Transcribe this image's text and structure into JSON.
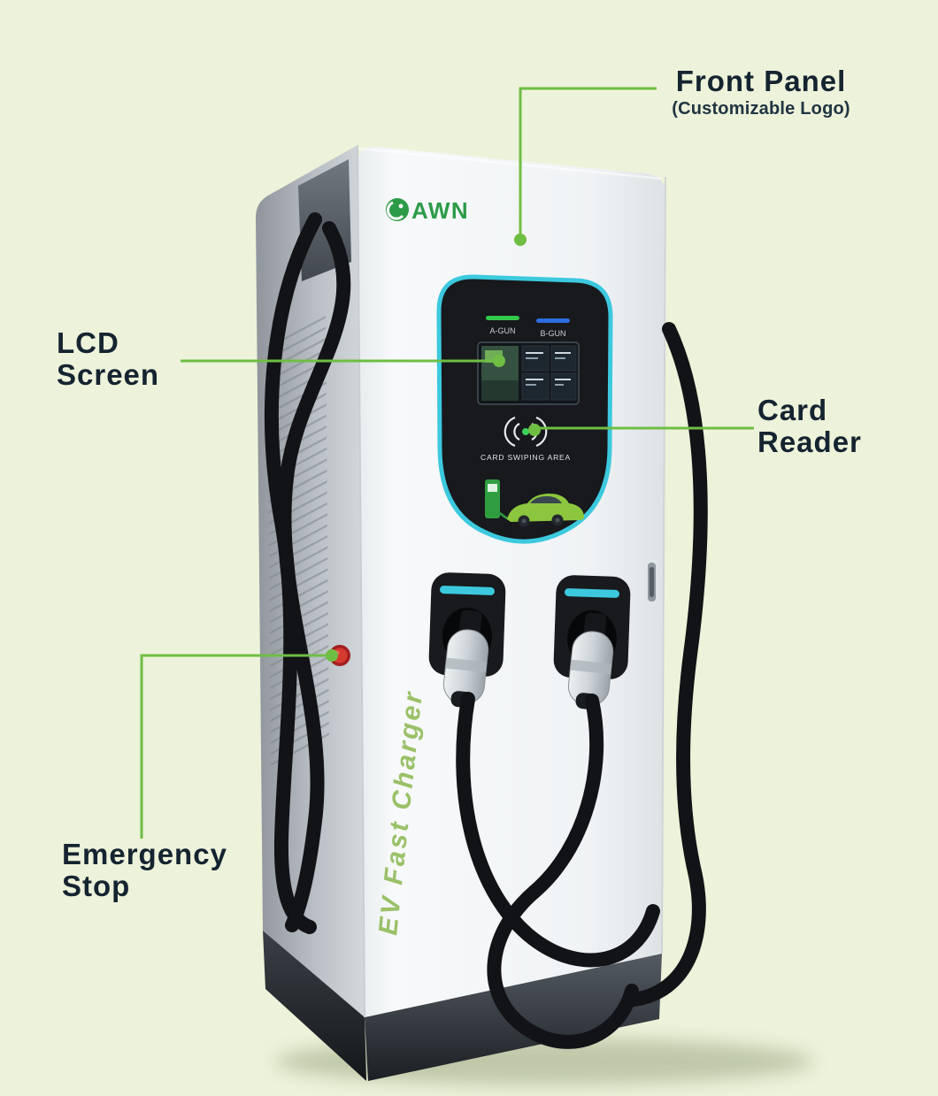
{
  "colors": {
    "background": "#edf3da",
    "callout_green": "#6fbe44",
    "accent_cyan": "#3cc9de",
    "brand_green": "#2c9b47",
    "emergency_red": "#d53a31"
  },
  "annotations": {
    "front_panel": {
      "title": "Front Panel",
      "subtitle": "(Customizable Logo)"
    },
    "lcd": {
      "line1": "LCD",
      "line2": "Screen"
    },
    "card_reader": {
      "line1": "Card",
      "line2": "Reader"
    },
    "emergency_stop": {
      "line1": "Emergency",
      "line2": "Stop"
    }
  },
  "charger": {
    "brand_text": "AWN",
    "side_text": "EV Fast Charger",
    "display": {
      "gun_a_label": "A-GUN",
      "gun_b_label": "B-GUN",
      "card_area_label": "CARD SWIPING AREA"
    }
  }
}
